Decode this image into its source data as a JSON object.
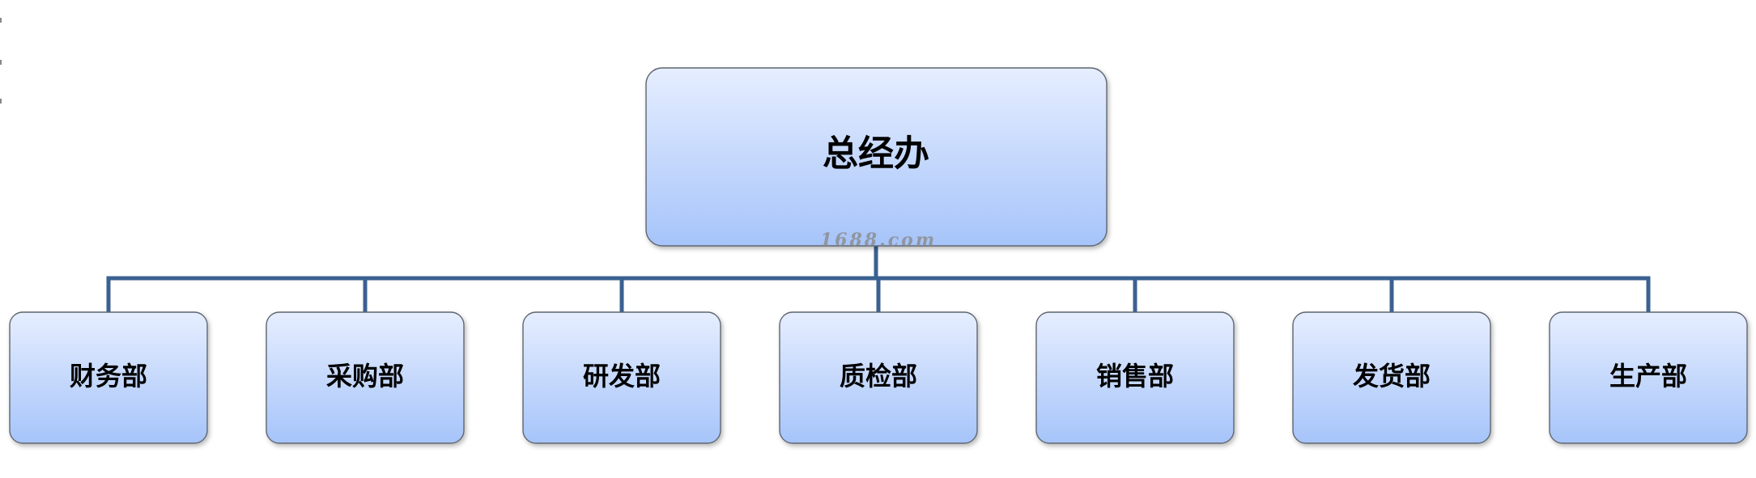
{
  "diagram": {
    "root": {
      "label": "总经办"
    },
    "children": [
      {
        "label": "财务部"
      },
      {
        "label": "采购部"
      },
      {
        "label": "研发部"
      },
      {
        "label": "质检部"
      },
      {
        "label": "销售部"
      },
      {
        "label": "发货部"
      },
      {
        "label": "生产部"
      }
    ]
  },
  "watermark": "1688.com",
  "colors": {
    "box_top": "#e6eeff",
    "box_bottom": "#a6c4fa",
    "box_border": "#5e6670",
    "connector": "#3b6191",
    "watermark": "#8a8a8a"
  }
}
